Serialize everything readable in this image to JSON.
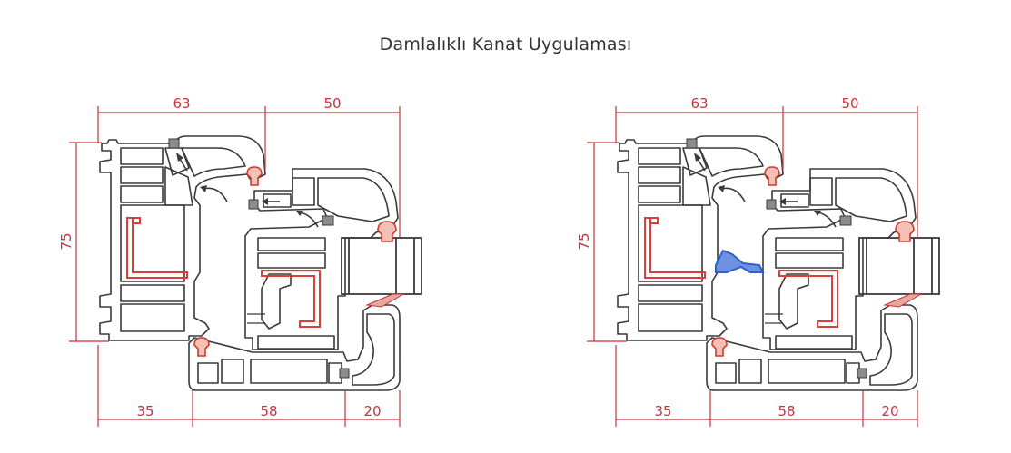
{
  "title": "Damlalıklı Kanat Uygulaması",
  "colors": {
    "profile": "#3a3a3a",
    "dimension": "#c8323a",
    "gasket": "#cc3b2f",
    "reinforcement": "#d8413a",
    "drip": "#2f5fc8",
    "text": "#333333"
  },
  "left": {
    "dims": {
      "top_a": "63",
      "top_b": "50",
      "side": "75",
      "bottom_a": "35",
      "bottom_b": "58",
      "bottom_c": "20"
    }
  },
  "right": {
    "dims": {
      "top_a": "63",
      "top_b": "50",
      "side": "75",
      "bottom_a": "35",
      "bottom_b": "58",
      "bottom_c": "20"
    }
  }
}
